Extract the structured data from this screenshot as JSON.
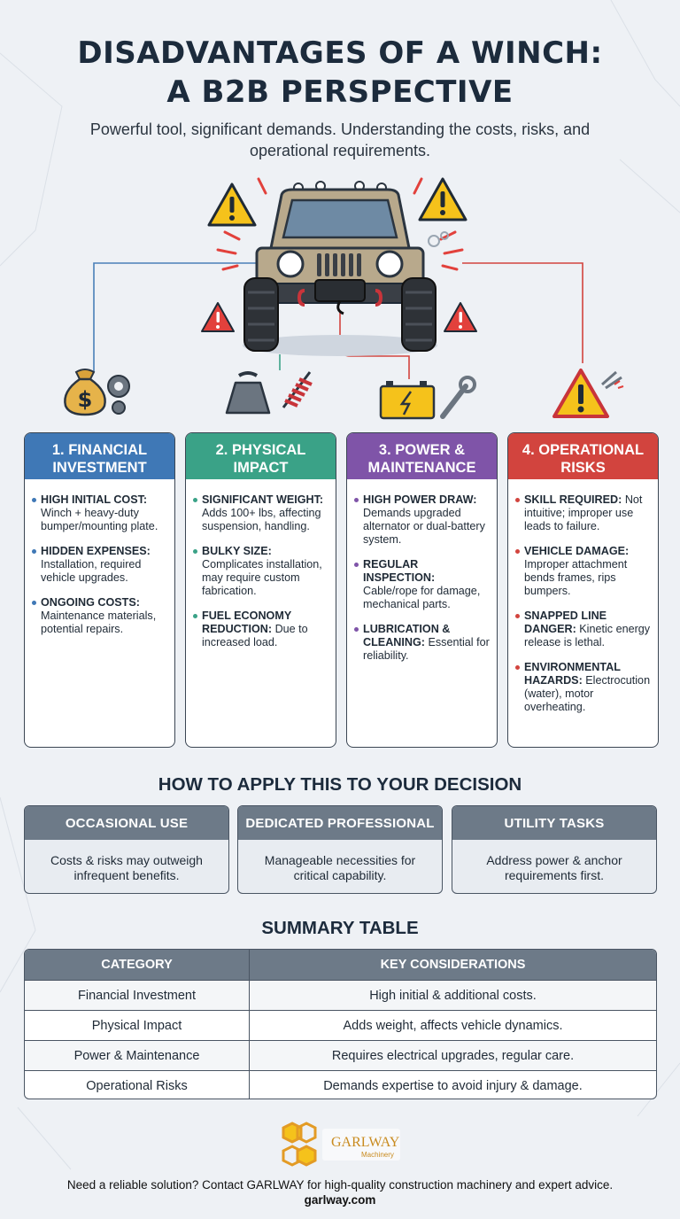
{
  "title_line1": "DISADVANTAGES OF A WINCH:",
  "title_line2": "A B2B PERSPECTIVE",
  "subtitle": "Powerful tool, significant demands. Understanding the costs, risks, and operational requirements.",
  "colors": {
    "financial": "#3f78b6",
    "physical": "#3aa287",
    "power": "#7f54a8",
    "operational": "#d2443e",
    "warning_yellow": "#f5c21b",
    "header_gray": "#6d7a88"
  },
  "cards": [
    {
      "title": "1. FINANCIAL INVESTMENT",
      "icon": "money-bag-gear-icon",
      "items": [
        {
          "label": "HIGH INITIAL COST:",
          "text": "Winch + heavy-duty bumper/mounting plate."
        },
        {
          "label": "HIDDEN EXPENSES:",
          "text": "Installation, required vehicle upgrades."
        },
        {
          "label": "ONGOING COSTS:",
          "text": "Maintenance materials, potential repairs."
        }
      ]
    },
    {
      "title": "2. PHYSICAL IMPACT",
      "icon": "weight-spring-icon",
      "items": [
        {
          "label": "SIGNIFICANT WEIGHT:",
          "text": "Adds 100+ lbs, affecting suspension, handling."
        },
        {
          "label": "BULKY SIZE:",
          "text": "Complicates installation, may require custom fabrication."
        },
        {
          "label": "FUEL ECONOMY REDUCTION:",
          "text": "Due to increased load."
        }
      ]
    },
    {
      "title": "3. POWER & MAINTENANCE",
      "icon": "battery-wrench-icon",
      "items": [
        {
          "label": "HIGH POWER DRAW:",
          "text": "Demands upgraded alternator or dual-battery system."
        },
        {
          "label": "REGULAR INSPECTION:",
          "text": "Cable/rope for damage, mechanical parts."
        },
        {
          "label": "LUBRICATION & CLEANING:",
          "text": "Essential for reliability."
        }
      ]
    },
    {
      "title": "4. OPERATIONAL RISKS",
      "icon": "warning-snapped-cable-icon",
      "items": [
        {
          "label": "SKILL REQUIRED:",
          "text": "Not intuitive; improper use leads to failure."
        },
        {
          "label": "VEHICLE DAMAGE:",
          "text": "Improper attachment bends frames, rips bumpers."
        },
        {
          "label": "SNAPPED LINE DANGER:",
          "text": "Kinetic energy release is lethal."
        },
        {
          "label": "ENVIRONMENTAL HAZARDS:",
          "text": "Electrocution (water), motor overheating."
        }
      ]
    }
  ],
  "apply_title": "HOW TO APPLY THIS TO YOUR DECISION",
  "apply": [
    {
      "title": "OCCASIONAL USE",
      "text": "Costs & risks may outweigh infrequent benefits."
    },
    {
      "title": "DEDICATED PROFESSIONAL",
      "text": "Manageable necessities for critical capability."
    },
    {
      "title": "UTILITY TASKS",
      "text": "Address power & anchor requirements first."
    }
  ],
  "summary_title": "SUMMARY TABLE",
  "summary": {
    "headers": [
      "CATEGORY",
      "KEY CONSIDERATIONS"
    ],
    "rows": [
      [
        "Financial Investment",
        "High initial & additional costs."
      ],
      [
        "Physical Impact",
        "Adds weight, affects vehicle dynamics."
      ],
      [
        "Power & Maintenance",
        "Requires electrical upgrades, regular care."
      ],
      [
        "Operational Risks",
        "Demands expertise to avoid injury & damage."
      ]
    ]
  },
  "logo": {
    "name": "GARLWAY",
    "sub": "Machinery"
  },
  "footer_text": "Need a reliable solution? Contact GARLWAY for high-quality construction machinery and expert advice.",
  "footer_url": "garlway.com"
}
